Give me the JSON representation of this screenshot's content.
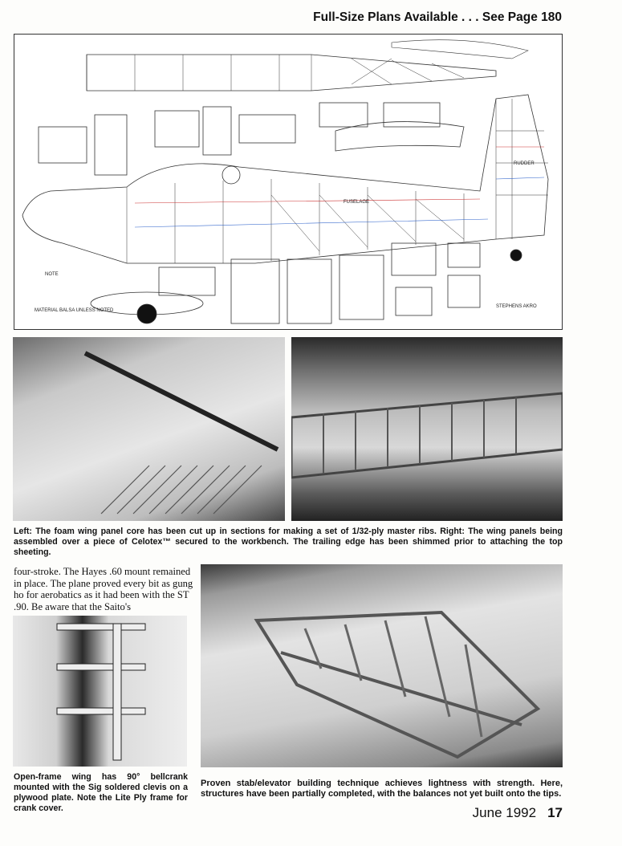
{
  "header": {
    "text": "Full-Size Plans Available . . . See Page 180"
  },
  "plans": {
    "fuselage_label": "FUSELAGE",
    "rudder_label": "RUDDER",
    "title_block": "STEPHENS AKRO",
    "note": "NOTE",
    "material_note": "MATERIAL BALSA UNLESS NOTED"
  },
  "captions": {
    "top": "Left: The foam wing panel core has been cut up in sections for making a set of 1/32-ply master ribs. Right: The wing panels being assembled over a piece of Celotex™ secured to the workbench. The trailing edge has been shimmed prior to attaching the top sheeting.",
    "bottom_left": "Open-frame wing has 90° bellcrank mounted with the Sig soldered clevis on a plywood plate. Note the Lite Ply frame for crank cover.",
    "bottom_right": "Proven stab/elevator building technique achieves lightness with strength. Here, structures have been partially completed, with the balances not yet built onto the tips."
  },
  "body_text": "four-stroke. The Hayes .60 mount remained in place. The plane proved every bit as gung ho for aerobatics as it had been with the ST .90. Be aware that the Saito's",
  "footer": {
    "date": "June 1992",
    "page": "17"
  }
}
